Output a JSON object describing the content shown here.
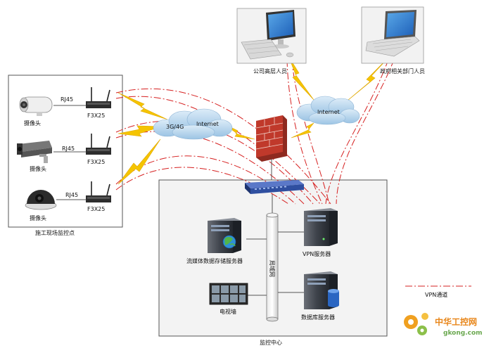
{
  "site": {
    "caption": "施工现场监控点",
    "cameras": [
      {
        "label": "摄像头",
        "link": "RJ45",
        "router": "F3X25"
      },
      {
        "label": "摄像头",
        "link": "RJ45",
        "router": "F3X25"
      },
      {
        "label": "摄像头",
        "link": "RJ45",
        "router": "F3X25"
      }
    ]
  },
  "clouds": {
    "left_label": "3G/4G",
    "left_label2": "Internet",
    "right_label": "Internet"
  },
  "users": {
    "company": "公司高层人员",
    "government": "政府相关部门人员"
  },
  "center": {
    "caption": "监控中心",
    "vpn_server": "VPN服务器",
    "media_server": "流媒体数据存储服务器",
    "db_server": "数据库服务器",
    "tv_wall": "电视墙",
    "lan": "局域网"
  },
  "legend": {
    "vpn_tunnel": "VPN通道"
  },
  "watermark": {
    "cn": "中华工控网",
    "en": "gkong.com"
  },
  "colors": {
    "vpn_line": "#d62020",
    "lightning": "#f5c400",
    "cloud": "#b9d7ee",
    "firewall": "#c0392b",
    "switch": "#2f4fa0"
  }
}
